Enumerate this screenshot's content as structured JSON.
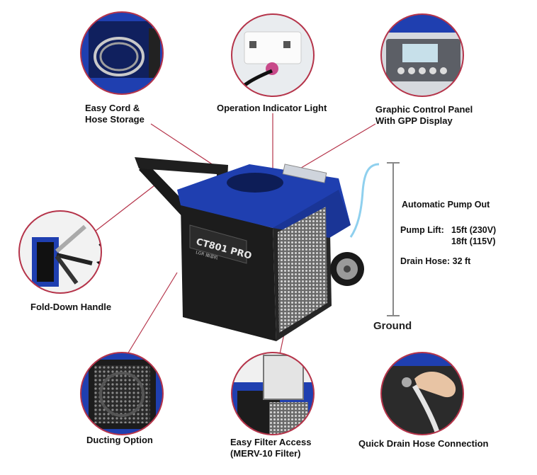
{
  "callouts": {
    "cord_storage": "Easy Cord &\nHose Storage",
    "indicator_light": "Operation Indicator Light",
    "control_panel": "Graphic Control Panel\nWith GPP Display",
    "fold_handle": "Fold-Down Handle",
    "ducting": "Ducting Option",
    "filter_access": "Easy Filter Access\n(MERV-10 Filter)",
    "quick_drain": "Quick Drain Hose Connection"
  },
  "pump": {
    "title": "Automatic Pump Out",
    "lift_label": "Pump Lift:",
    "lift_230": "15ft (230V)",
    "lift_115": "18ft (115V)",
    "drain_hose": "Drain Hose: 32 ft",
    "ground": "Ground"
  },
  "product": {
    "model": "CT801 PRO",
    "subtitle": "LGR 抽湿机"
  },
  "colors": {
    "brand_blue": "#1f3fb0",
    "callout_ring": "#b5344a",
    "body_black": "#1c1c1c",
    "hose_blue": "#8fd0ee"
  }
}
